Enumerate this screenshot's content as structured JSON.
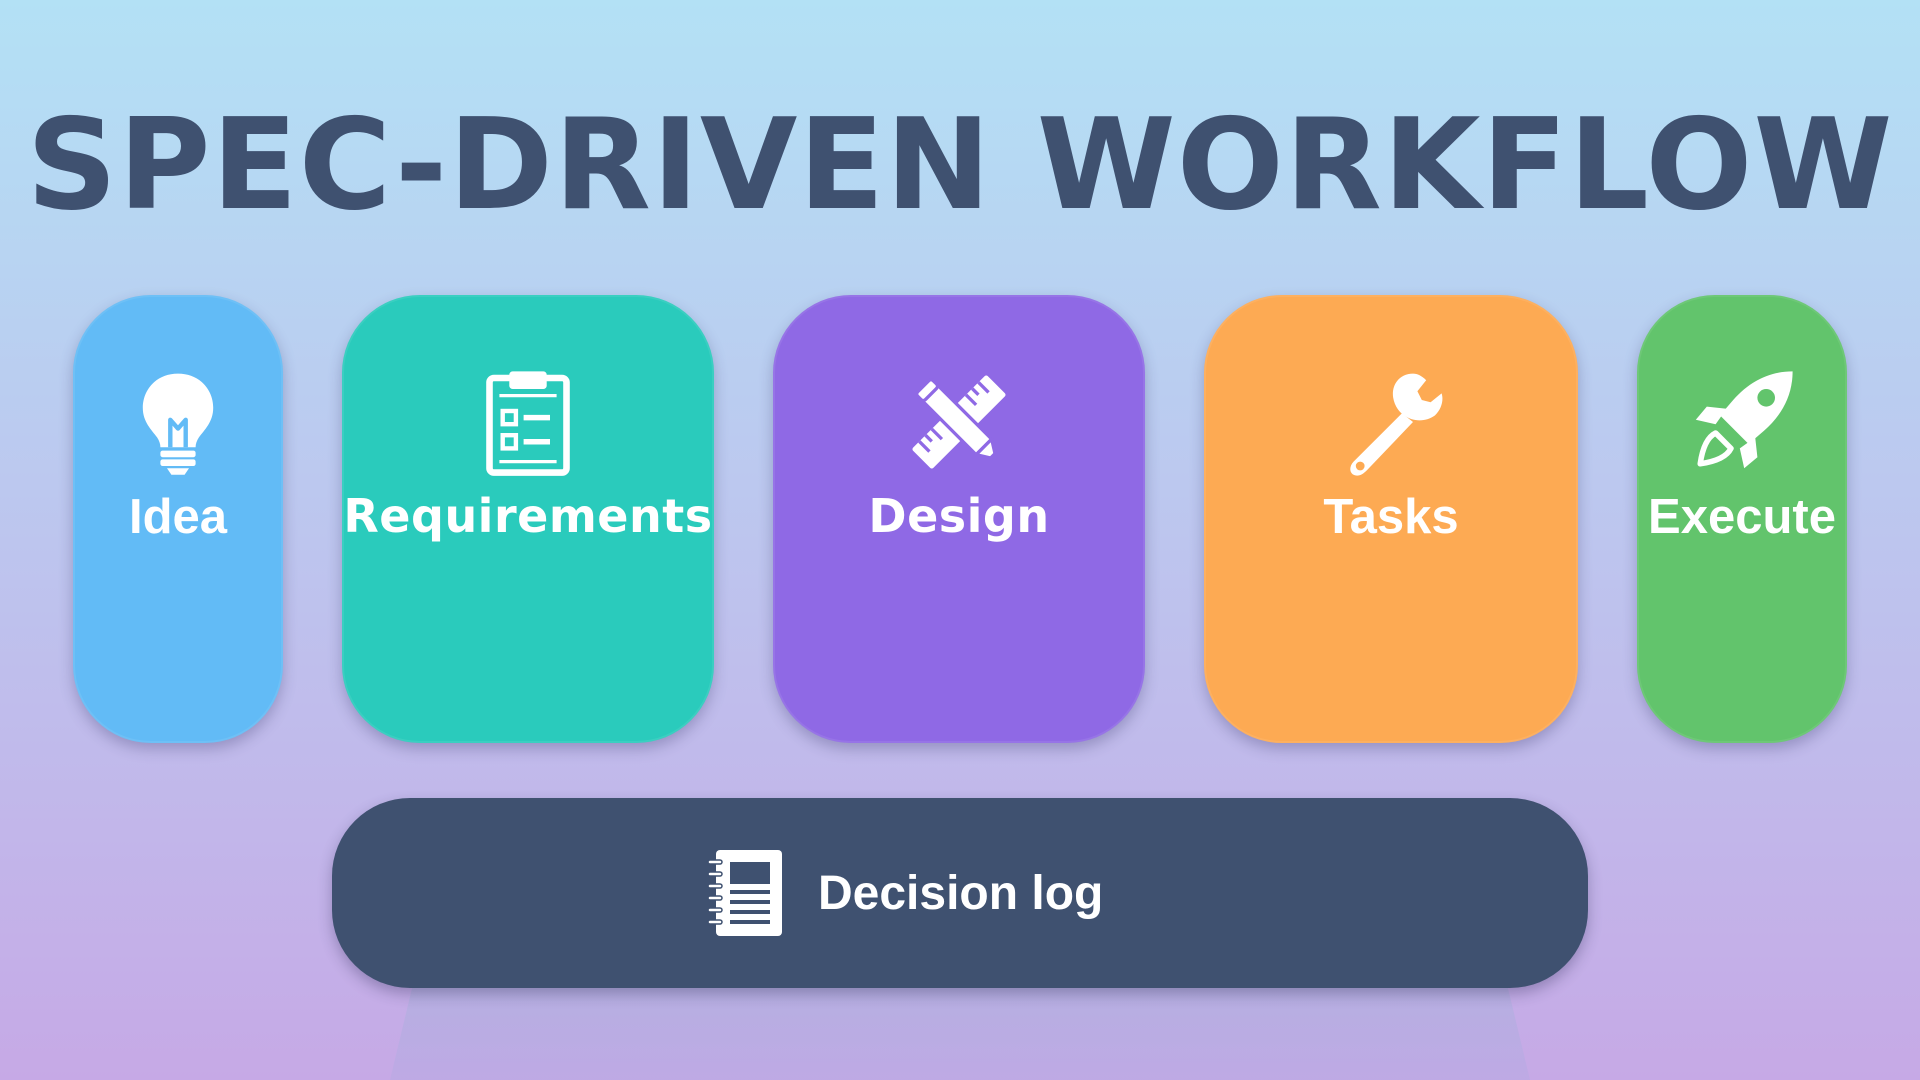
{
  "title": "SPEC-DRIVEN WORKFLOW",
  "steps": [
    {
      "label": "Idea",
      "icon": "lightbulb-icon",
      "color": "#62bbf6"
    },
    {
      "label": "Requirements",
      "icon": "clipboard-checklist-icon",
      "color": "#2acbbc"
    },
    {
      "label": "Design",
      "icon": "pencil-ruler-icon",
      "color": "#8f69e5"
    },
    {
      "label": "Tasks",
      "icon": "wrench-icon",
      "color": "#fdaa53"
    },
    {
      "label": "Execute",
      "icon": "rocket-icon",
      "color": "#62c46c"
    }
  ],
  "decision_log": {
    "label": "Decision log",
    "icon": "notebook-icon",
    "color": "#3f5170"
  },
  "colors": {
    "title": "#3f5170",
    "background_top": "#b3e1f5",
    "background_bottom": "#c6a9e6"
  }
}
